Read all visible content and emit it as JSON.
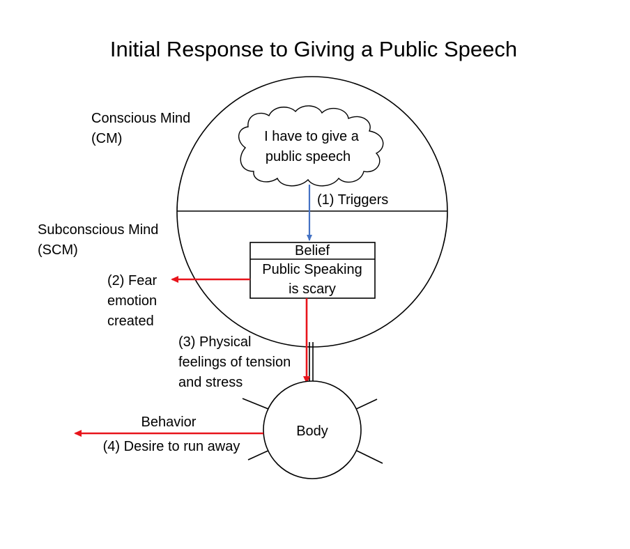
{
  "title": "Initial Response to Giving a Public Speech",
  "conscious_mind": {
    "line1": "Conscious Mind",
    "line2": "(CM)"
  },
  "subconscious_mind": {
    "line1": "Subconscious Mind",
    "line2": "(SCM)"
  },
  "thought_cloud": {
    "line1": "I have to give a",
    "line2": "public speech"
  },
  "trigger_label": "(1) Triggers",
  "belief_box": {
    "header": "Belief",
    "line1": "Public Speaking",
    "line2": "is scary"
  },
  "fear_label": {
    "line1": "(2) Fear",
    "line2": "emotion",
    "line3": "created"
  },
  "physical_label": {
    "line1": "(3) Physical",
    "line2": "feelings of tension",
    "line3": "and stress"
  },
  "body_label": "Body",
  "behavior_label": "Behavior",
  "desire_label": "(4) Desire to run away",
  "colors": {
    "trigger_arrow": "#4472C4",
    "response_arrow": "#E8141B",
    "outline": "#000000"
  }
}
